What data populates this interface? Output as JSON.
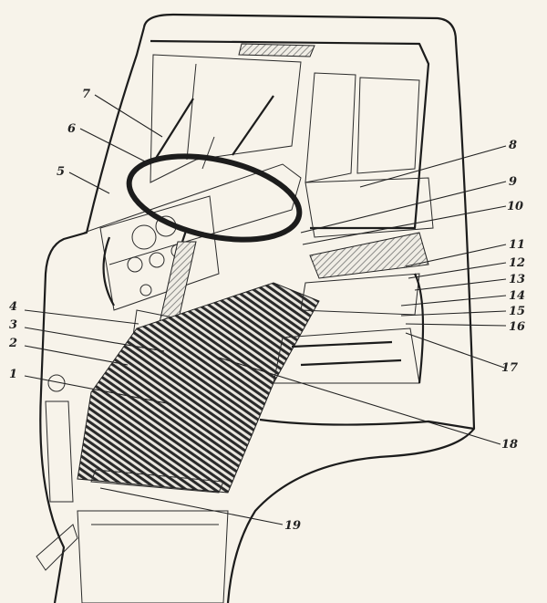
{
  "figure": {
    "callouts": [
      "1",
      "2",
      "3",
      "4",
      "5",
      "6",
      "7",
      "8",
      "9",
      "10",
      "11",
      "12",
      "13",
      "14",
      "15",
      "16",
      "17",
      "18",
      "19"
    ]
  },
  "colors": {
    "paper": "#f7f3ea",
    "ink": "#1c1c1c",
    "shade": "#9a9a96"
  }
}
